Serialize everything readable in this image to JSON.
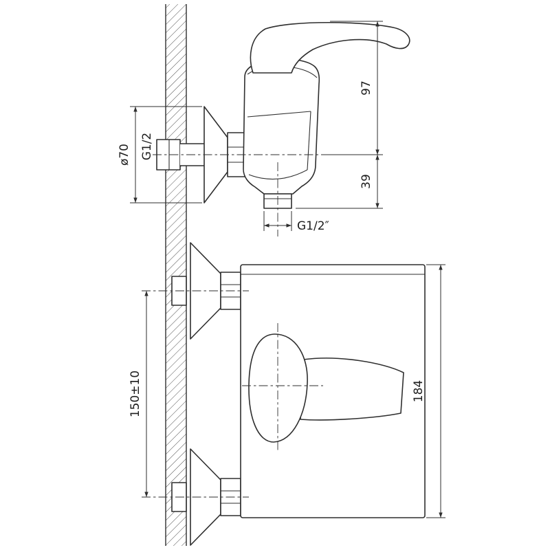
{
  "colors": {
    "line": "#2e2e2e",
    "background": "#ffffff"
  },
  "side_view": {
    "escutcheon_diameter": "ø70",
    "wall_thread": "G1/2",
    "height_upper": "97",
    "height_lower": "39",
    "outlet_thread": "G1/2″"
  },
  "front_view": {
    "hole_spacing": "150±10",
    "body_height": "184"
  }
}
